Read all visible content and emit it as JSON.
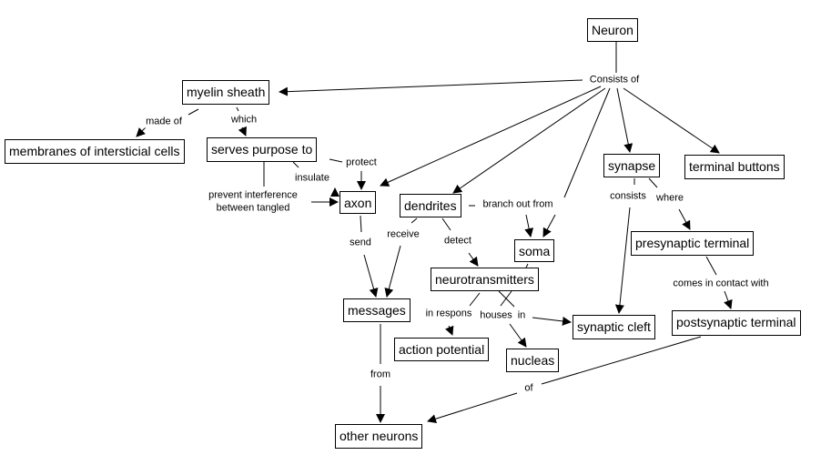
{
  "nodes": {
    "neuron": "Neuron",
    "myelin_sheath": "myelin sheath",
    "serves_purpose_to": "serves purpose to",
    "membranes": "membranes of intersticial cells",
    "axon": "axon",
    "dendrites": "dendrites",
    "soma": "soma",
    "neurotransmitters": "neurotransmitters",
    "messages": "messages",
    "action_potential": "action potential",
    "nucleas": "nucleas",
    "synaptic_cleft": "synaptic cleft",
    "synapse": "synapse",
    "terminal_buttons": "terminal buttons",
    "presynaptic_terminal": "presynaptic terminal",
    "postsynaptic_terminal": "postsynaptic terminal",
    "other_neurons": "other neurons"
  },
  "links": {
    "consists_of": "Consists of",
    "made_of": "made of",
    "which": "which",
    "protect": "protect",
    "insulate": "insulate",
    "prevent_1": "prevent interference",
    "prevent_2": "between tangled",
    "send": "send",
    "receive": "receive",
    "detect": "detect",
    "branch_out_from": "branch out from",
    "in_response": "in respons",
    "houses": "houses",
    "in": "in",
    "consists": "consists",
    "where": "where",
    "comes_in_contact_with": "comes in contact with",
    "from": "from",
    "of": "of"
  }
}
